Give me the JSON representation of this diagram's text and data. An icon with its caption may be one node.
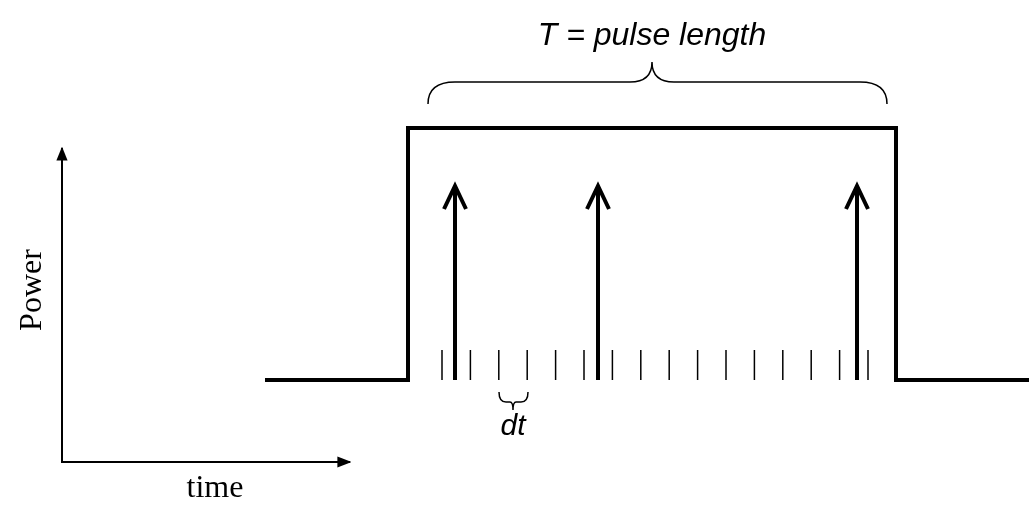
{
  "diagram": {
    "labels": [
      "T = pulse length",
      "Power",
      "dt",
      "time"
    ]
  }
}
